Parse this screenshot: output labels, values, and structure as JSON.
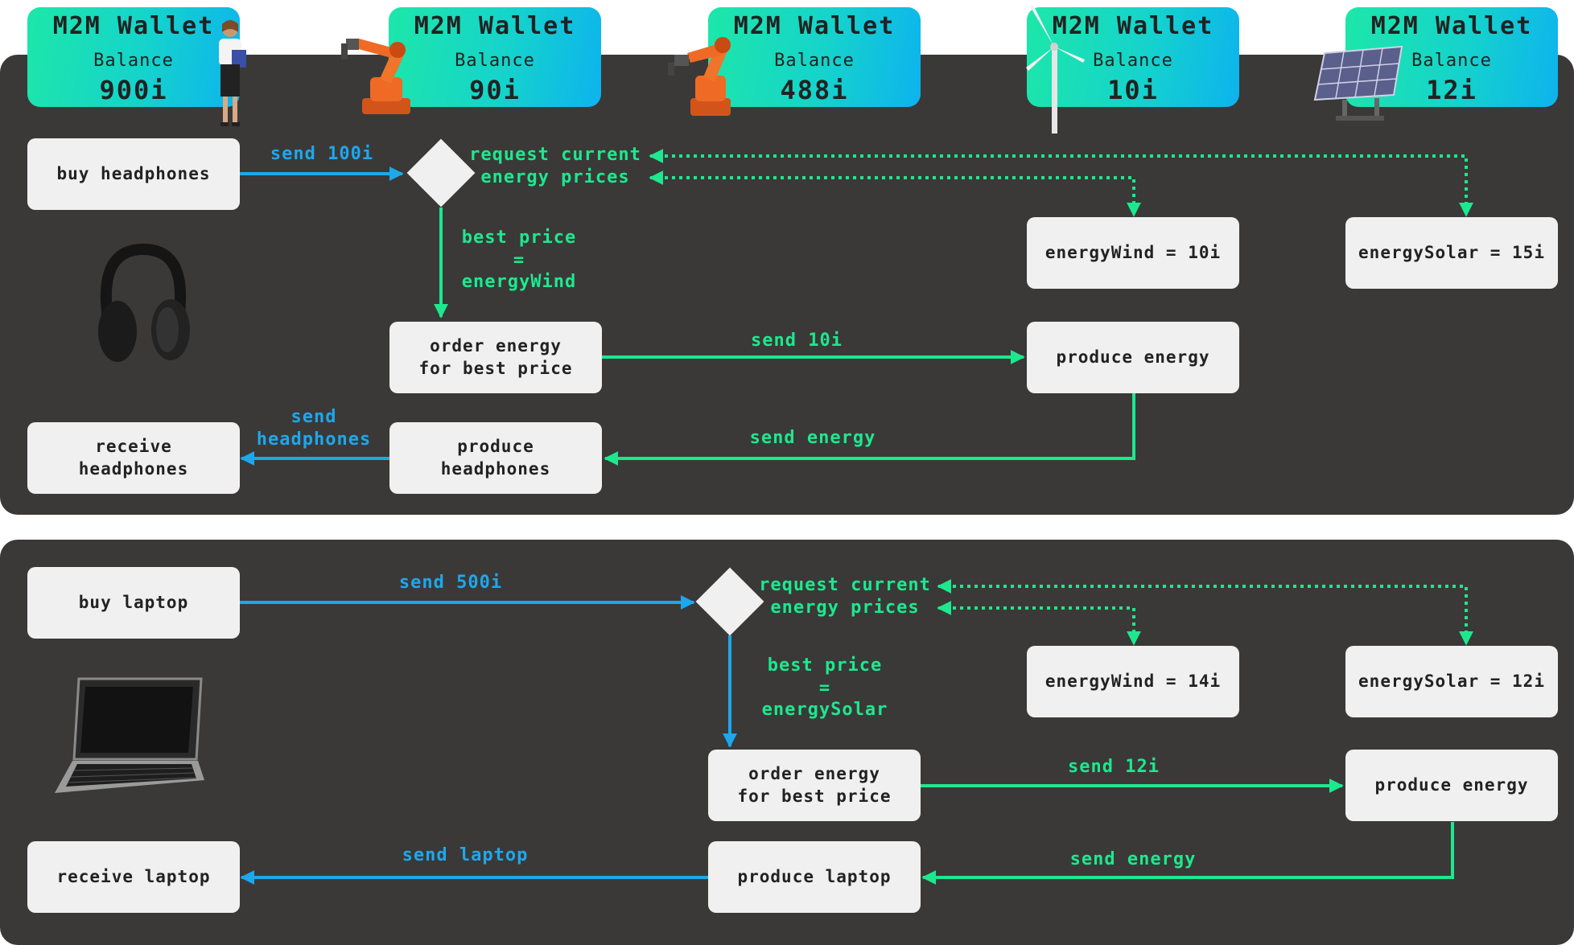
{
  "colors": {
    "green": "#1de88e",
    "blue": "#1ea7ec",
    "panel": "#3a3938",
    "box": "#f0f0f0"
  },
  "wallets": [
    {
      "title": "M2M Wallet",
      "label": "Balance",
      "value": "900i",
      "icon": "businesswoman"
    },
    {
      "title": "M2M Wallet",
      "label": "Balance",
      "value": "90i",
      "icon": "robot-arm"
    },
    {
      "title": "M2M Wallet",
      "label": "Balance",
      "value": "488i",
      "icon": "robot-arm"
    },
    {
      "title": "M2M Wallet",
      "label": "Balance",
      "value": "10i",
      "icon": "wind-turbine"
    },
    {
      "title": "M2M Wallet",
      "label": "Balance",
      "value": "12i",
      "icon": "solar-panel"
    }
  ],
  "top": {
    "buy": "buy headphones",
    "send_buy": "send 100i",
    "request": "request current\nenergy prices",
    "best_price": "best price\n=\nenergyWind",
    "wind_price": "energyWind = 10i",
    "solar_price": "energySolar = 15i",
    "order": "order energy\nfor best price",
    "send_order": "send 10i",
    "produce_energy": "produce energy",
    "send_energy": "send energy",
    "produce_item": "produce\nheadphones",
    "send_item": "send\nheadphones",
    "receive": "receive\nheadphones",
    "product_icon": "headphones"
  },
  "bottom": {
    "buy": "buy laptop",
    "send_buy": "send 500i",
    "request": "request current\nenergy prices",
    "best_price": "best price\n=\nenergySolar",
    "wind_price": "energyWind = 14i",
    "solar_price": "energySolar = 12i",
    "order": "order energy\nfor best price",
    "send_order": "send 12i",
    "produce_energy": "produce energy",
    "send_energy": "send energy",
    "produce_item": "produce laptop",
    "send_item": "send laptop",
    "receive": "receive laptop",
    "product_icon": "laptop"
  }
}
